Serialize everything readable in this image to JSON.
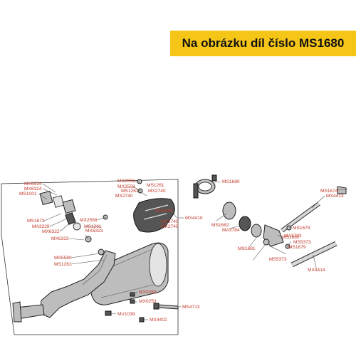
{
  "banner": {
    "title": "Na obrázku díl číslo MS1680",
    "color": "#f5c518"
  },
  "label_color": "#c0392b",
  "labels": [
    "MX6324",
    "MX6324",
    "MS1001",
    "MS1673",
    "MA3329",
    "MX6322",
    "MX2558",
    "MS1261",
    "MX6323",
    "MX6323",
    "MS5580",
    "MS1261",
    "MX2558",
    "MX2558",
    "MS1261",
    "MS1261",
    "MX2740",
    "MX2740",
    "MX4416",
    "MX2740",
    "MX2740",
    "MX4410",
    "MX0253",
    "MX0253",
    "MS4713",
    "MV1039",
    "MX4402",
    "MS1680",
    "MS1682",
    "MA3784",
    "MS1681",
    "MS1681",
    "MS5373",
    "MA3783",
    "MS1679",
    "MS5373",
    "MS1679",
    "MS1674",
    "MX4413",
    "MX4414"
  ]
}
